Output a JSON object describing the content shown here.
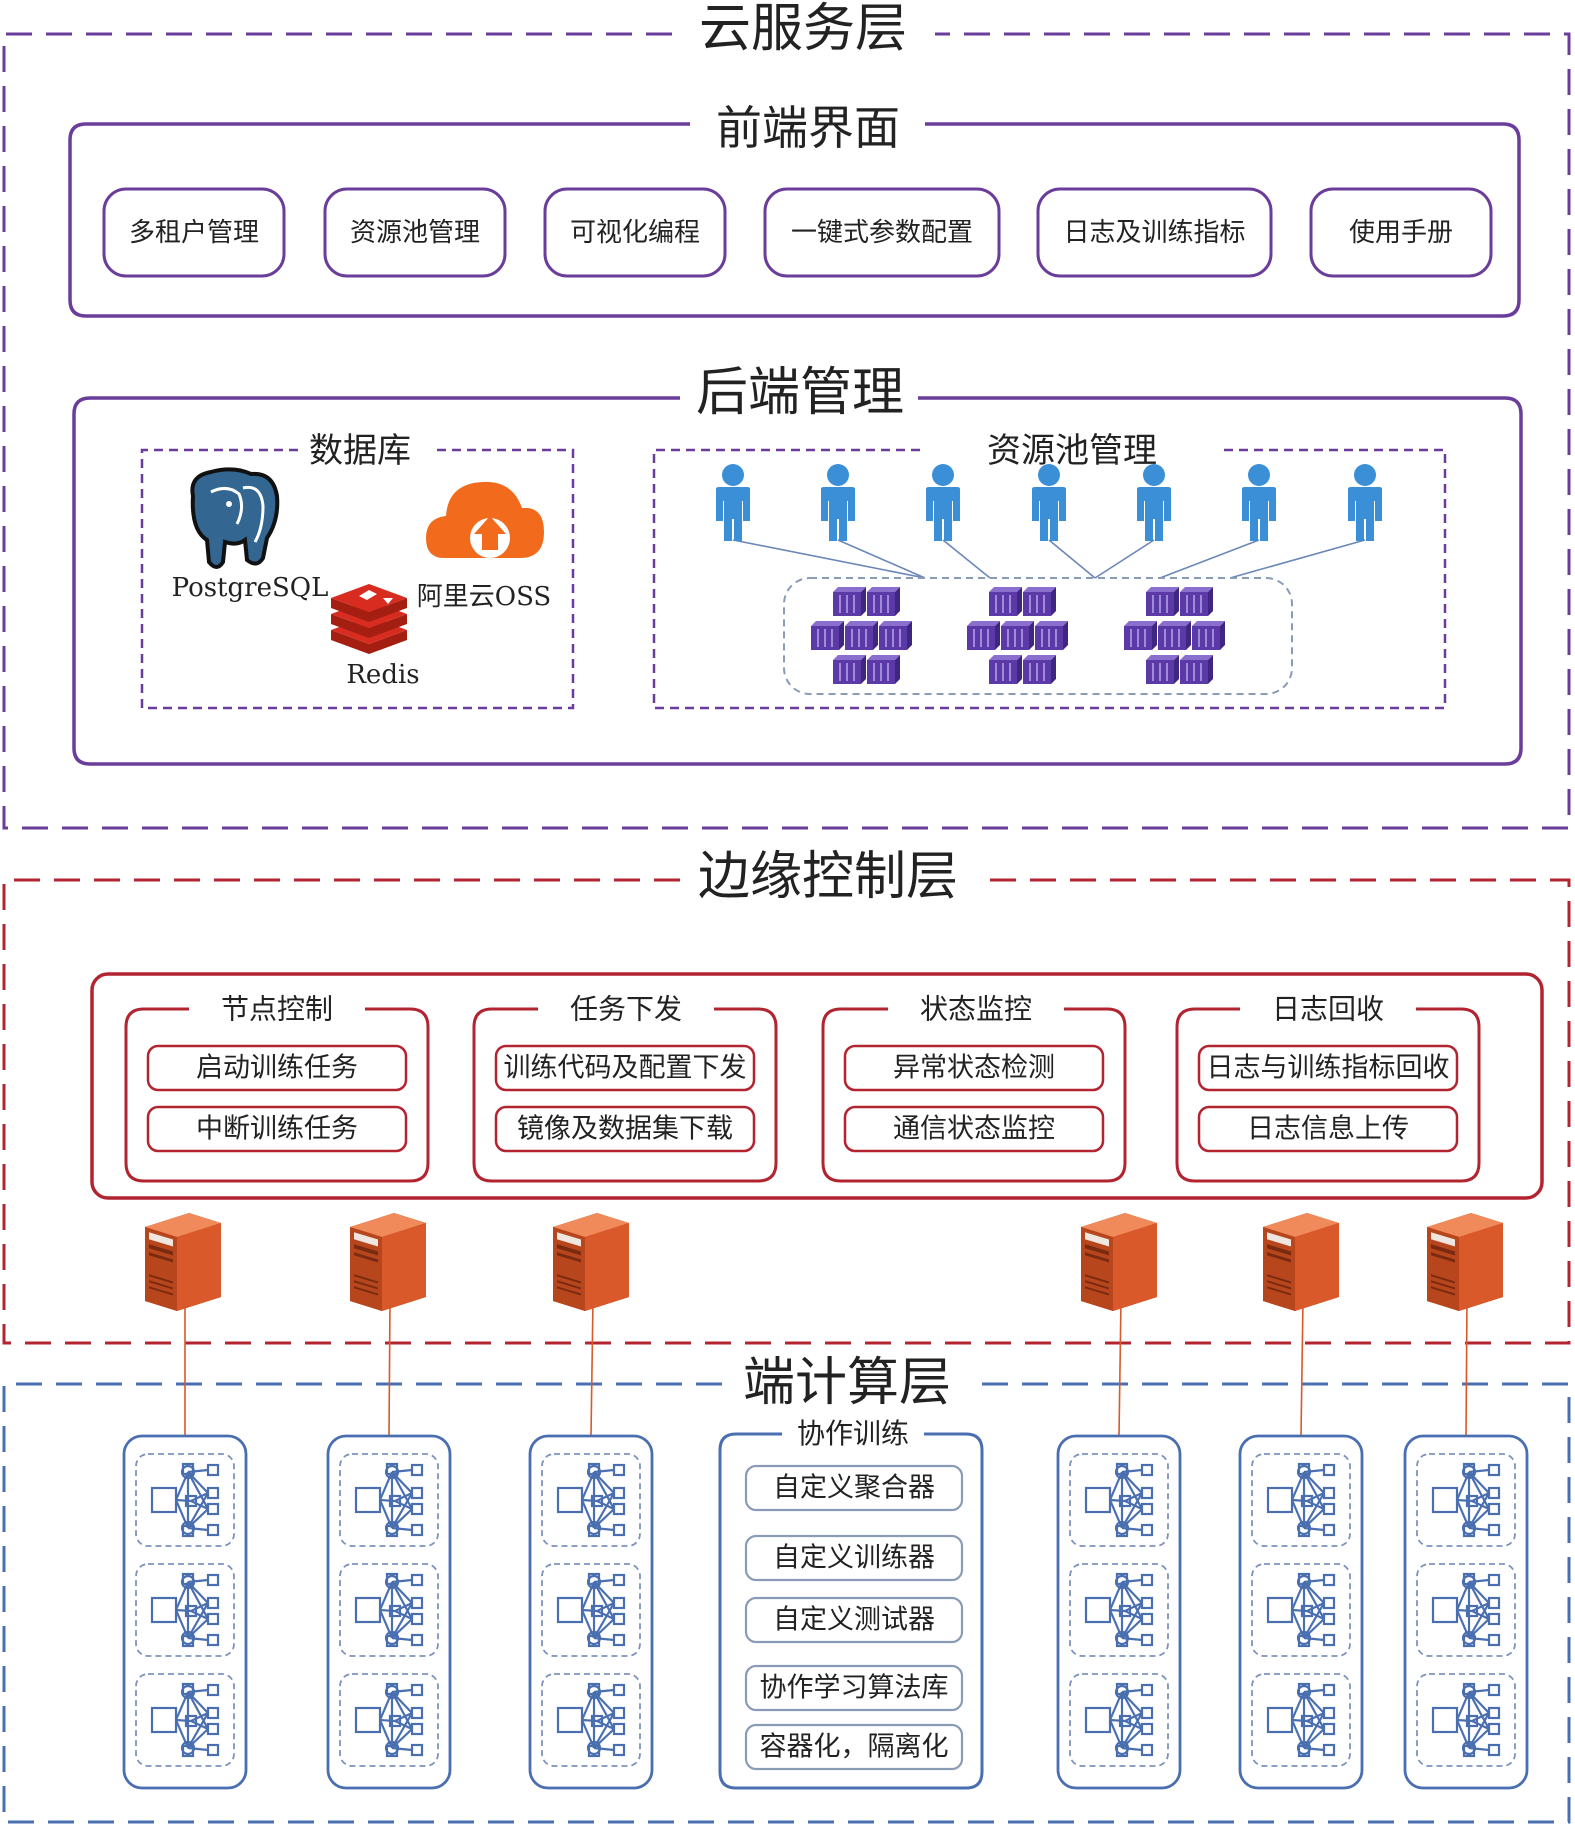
{
  "colors": {
    "cloud": "#6a3d9a",
    "edge": "#b22430",
    "device": "#4a6fb0",
    "person": "#3b8fd6",
    "container": "#5b3aa8",
    "server": "#d9592a"
  },
  "cloud_layer": {
    "title": "云服务层",
    "frontend": {
      "title": "前端界面",
      "buttons": [
        "多租户管理",
        "资源池管理",
        "可视化编程",
        "一键式参数配置",
        "日志及训练指标",
        "使用手册"
      ]
    },
    "backend": {
      "title": "后端管理",
      "database": {
        "title": "数据库",
        "logos": [
          "PostgreSQL",
          "阿里云OSS",
          "Redis"
        ]
      },
      "resource_pool": {
        "title": "资源池管理",
        "user_count": 7,
        "cluster_count": 3
      }
    }
  },
  "edge_layer": {
    "title": "边缘控制层",
    "groups": [
      {
        "title": "节点控制",
        "items": [
          "启动训练任务",
          "中断训练任务"
        ]
      },
      {
        "title": "任务下发",
        "items": [
          "训练代码及配置下发",
          "镜像及数据集下载"
        ]
      },
      {
        "title": "状态监控",
        "items": [
          "异常状态检测",
          "通信状态监控"
        ]
      },
      {
        "title": "日志回收",
        "items": [
          "日志与训练指标回收",
          "日志信息上传"
        ]
      }
    ],
    "server_count": 6
  },
  "device_layer": {
    "title": "端计算层",
    "collab": {
      "title": "协作训练",
      "items": [
        "自定义聚合器",
        "自定义训练器",
        "自定义测试器",
        "协作学习算法库",
        "容器化，隔离化"
      ]
    },
    "device_columns": 6,
    "nodes_per_column": 3
  }
}
